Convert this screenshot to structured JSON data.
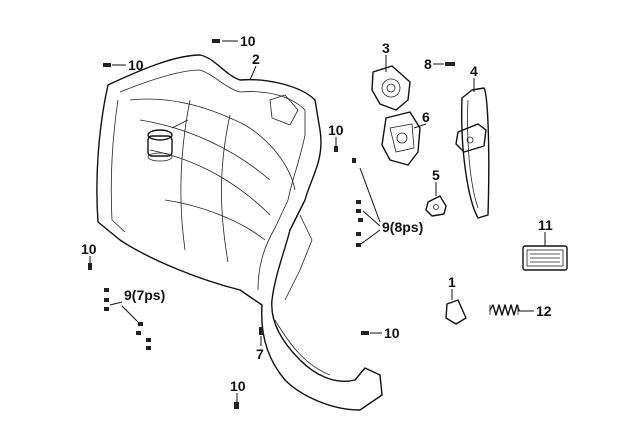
{
  "callouts": {
    "c1": "1",
    "c2": "2",
    "c3": "3",
    "c4": "4",
    "c5": "5",
    "c6": "6",
    "c7": "7",
    "c8": "8",
    "c9a": "9(8ps)",
    "c9b": "9(7ps)",
    "c10a": "10",
    "c10b": "10",
    "c10c": "10",
    "c10d": "10",
    "c10e": "10",
    "c10f": "10",
    "c11": "11",
    "c12": "12"
  }
}
